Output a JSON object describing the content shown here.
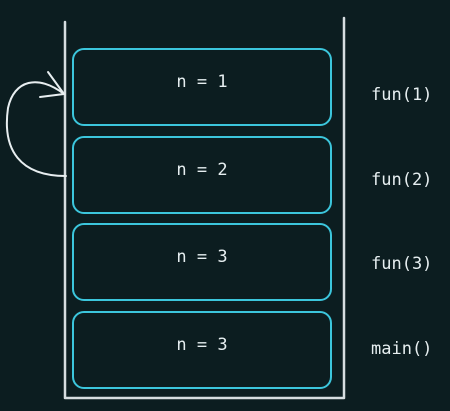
{
  "colors": {
    "background": "#0c1d20",
    "frame_border": "#3cc6dc",
    "stack_walls": "#d6dde0",
    "text": "#e6eef0"
  },
  "stack_frames": [
    {
      "value_text": "n = 1",
      "call_label": "fun(1)"
    },
    {
      "value_text": "n = 2",
      "call_label": "fun(2)"
    },
    {
      "value_text": "n = 3",
      "call_label": "fun(3)"
    },
    {
      "value_text": "n = 3",
      "call_label": "main()"
    }
  ],
  "arrow": {
    "from_frame": 1,
    "to_frame": 0,
    "icon": "curved-arrow-icon"
  }
}
